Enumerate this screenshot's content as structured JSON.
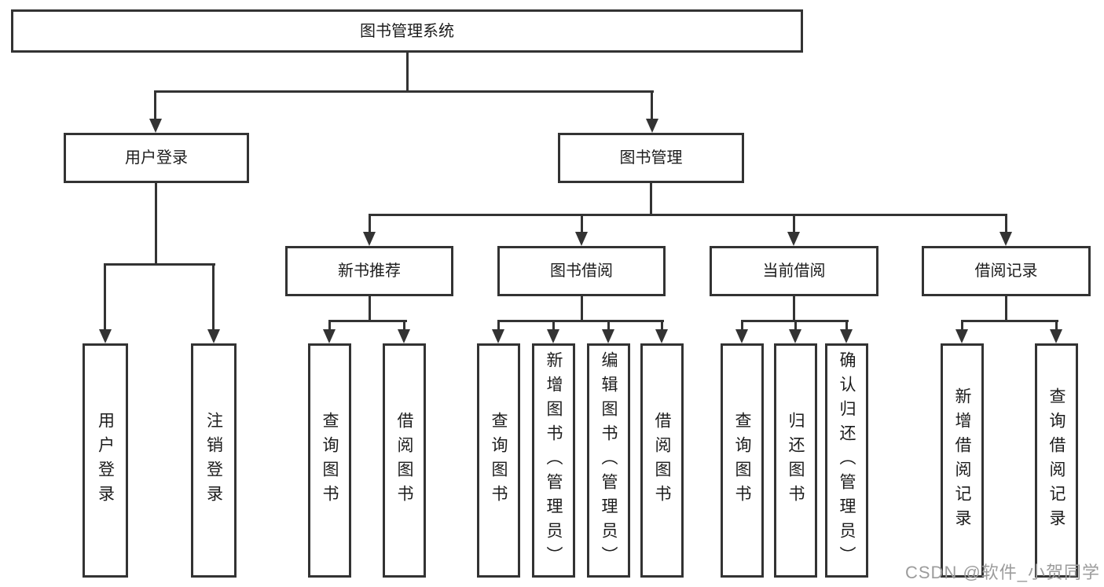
{
  "diagram": {
    "root": {
      "label": "图书管理系统"
    },
    "level2": [
      {
        "label": "用户登录"
      },
      {
        "label": "图书管理"
      }
    ],
    "level3": [
      {
        "label": "新书推荐",
        "parent": "图书管理"
      },
      {
        "label": "图书借阅",
        "parent": "图书管理"
      },
      {
        "label": "当前借阅",
        "parent": "图书管理"
      },
      {
        "label": "借阅记录",
        "parent": "图书管理"
      }
    ],
    "leaves": [
      {
        "label": "用户登录",
        "parent": "用户登录"
      },
      {
        "label": "注销登录",
        "parent": "用户登录"
      },
      {
        "label": "查询图书",
        "parent": "新书推荐"
      },
      {
        "label": "借阅图书",
        "parent": "新书推荐"
      },
      {
        "label": "查询图书",
        "parent": "图书借阅"
      },
      {
        "label": "新增图书（管理员）",
        "parent": "图书借阅"
      },
      {
        "label": "编辑图书（管理员）",
        "parent": "图书借阅"
      },
      {
        "label": "借阅图书",
        "parent": "图书借阅"
      },
      {
        "label": "查询图书",
        "parent": "当前借阅"
      },
      {
        "label": "归还图书",
        "parent": "当前借阅"
      },
      {
        "label": "确认归还（管理员）",
        "parent": "当前借阅"
      },
      {
        "label": "新增借阅记录",
        "parent": "借阅记录"
      },
      {
        "label": "查询借阅记录",
        "parent": "借阅记录"
      }
    ],
    "colors": {
      "line": "#333333",
      "text": "#1c1c1c",
      "watermark_text": "#9c9c9c",
      "background": "#ffffff"
    },
    "watermark": "CSDN @软件_小贺同学"
  }
}
